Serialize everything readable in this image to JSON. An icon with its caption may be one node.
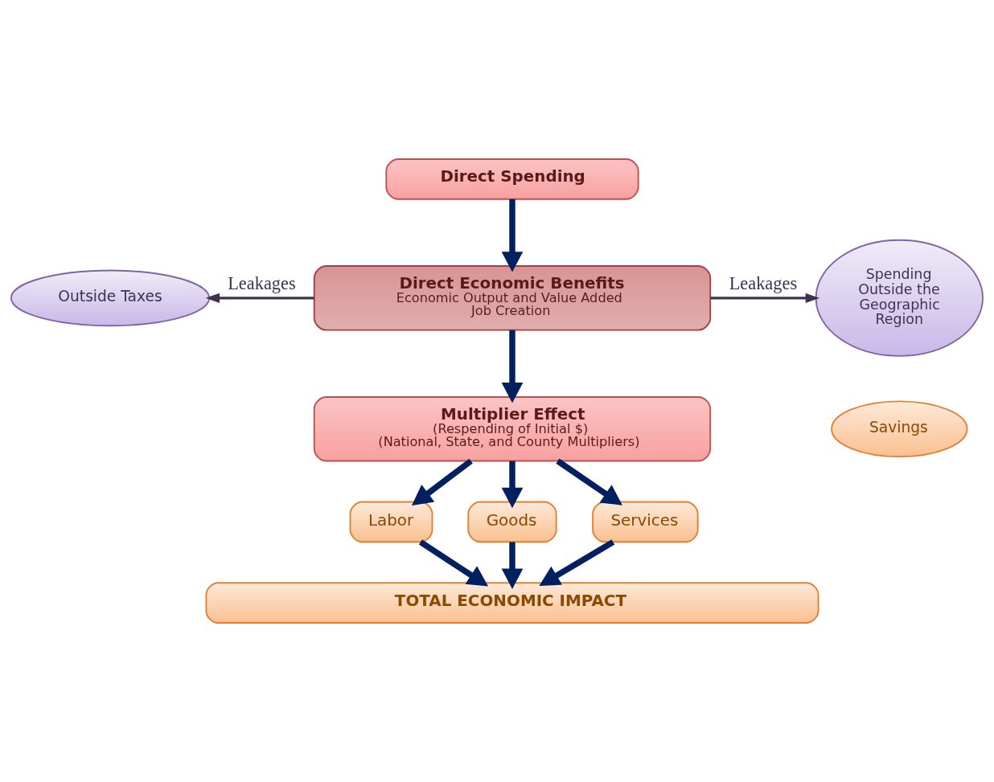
{
  "diagram": {
    "nodes": [
      {
        "text": [
          "Direct Spending"
        ]
      },
      {
        "text": [
          "Direct Economic Benefits",
          "Economic Output and Value Added",
          "Job Creation"
        ]
      },
      {
        "text": [
          "Outside Taxes"
        ]
      },
      {
        "text": [
          "Spending Outside the Geographic Region"
        ]
      },
      {
        "text": [
          "Savings"
        ]
      },
      {
        "text": [
          "Multiplier Effect",
          "(Respending of Initial $)",
          "(National, State, and County Multipliers)"
        ]
      },
      {
        "text": [
          "Labor"
        ]
      },
      {
        "text": [
          "Goods"
        ]
      },
      {
        "text": [
          "Services"
        ]
      },
      {
        "text": [
          "TOTAL ECONOMIC IMPACT"
        ]
      }
    ],
    "edges": [
      {
        "from": 0,
        "to": 1,
        "arrow": "to"
      },
      {
        "from": 1,
        "to": 2,
        "arrow": "to",
        "label": "Leakages",
        "color": "#403152"
      },
      {
        "from": 1,
        "to": 3,
        "arrow": "to",
        "label": "Leakages",
        "color": "#403152"
      },
      {
        "from": 1,
        "to": 5,
        "arrow": "to"
      },
      {
        "from": 5,
        "to": 6,
        "arrow": "to"
      },
      {
        "from": 5,
        "to": 7,
        "arrow": "to"
      },
      {
        "from": 5,
        "to": 8,
        "arrow": "to"
      },
      {
        "from": 6,
        "to": 9,
        "arrow": "to"
      },
      {
        "from": 7,
        "to": 9,
        "arrow": "to"
      },
      {
        "from": 8,
        "to": 9,
        "arrow": "to"
      }
    ]
  }
}
